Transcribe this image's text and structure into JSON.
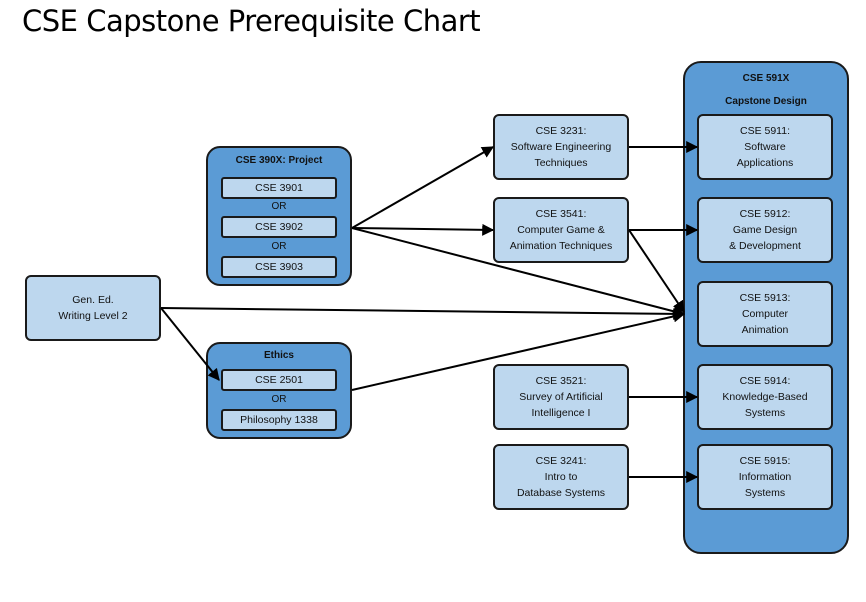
{
  "title": "CSE Capstone Prerequisite Chart",
  "project_group": {
    "title": "CSE 390X: Project",
    "options": [
      "CSE 3901",
      "CSE 3902",
      "CSE 3903"
    ],
    "separator": "OR"
  },
  "ethics_group": {
    "title": "Ethics",
    "options": [
      "CSE 2501",
      "Philosophy 1338"
    ],
    "separator": "OR"
  },
  "gen_ed": {
    "line1": "Gen. Ed.",
    "line2": "Writing Level 2"
  },
  "prereqs": [
    {
      "line1": "CSE 3231:",
      "line2": "Software Engineering",
      "line3": "Techniques"
    },
    {
      "line1": "CSE 3541:",
      "line2": "Computer Game &",
      "line3": "Animation Techniques"
    },
    {
      "line1": "CSE 3521:",
      "line2": "Survey of Artificial",
      "line3": "Intelligence I"
    },
    {
      "line1": "CSE 3241:",
      "line2": "Intro to",
      "line3": "Database Systems"
    }
  ],
  "capstone_group": {
    "title_line1": "CSE 591X",
    "title_line2": "Capstone Design",
    "courses": [
      {
        "line1": "CSE 5911:",
        "line2": "Software",
        "line3": "Applications"
      },
      {
        "line1": "CSE 5912:",
        "line2": "Game Design",
        "line3": "& Development"
      },
      {
        "line1": "CSE 5913:",
        "line2": "Computer",
        "line3": "Animation"
      },
      {
        "line1": "CSE 5914:",
        "line2": "Knowledge-Based",
        "line3": "Systems"
      },
      {
        "line1": "CSE 5915:",
        "line2": "Information",
        "line3": "Systems"
      }
    ]
  },
  "colors": {
    "group_fill": "#5b9bd5",
    "box_fill": "#bdd7ee",
    "stroke": "#1a1a1a"
  }
}
